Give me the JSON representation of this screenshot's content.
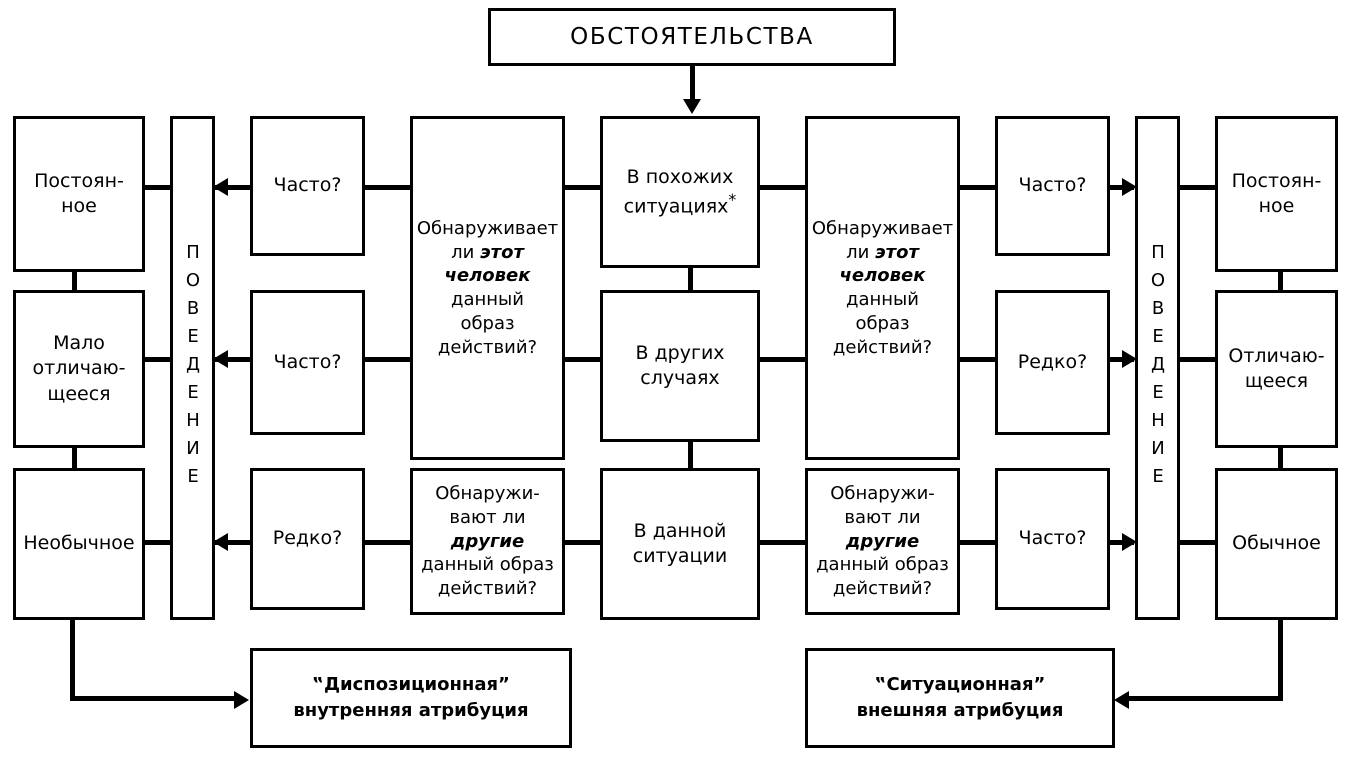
{
  "diagram": {
    "title": "ОБСТОЯТЕЛЬСТВА",
    "label_behavior_left": "ПОВЕДЕНИЕ",
    "label_behavior_right": "ПОВЕДЕНИЕ",
    "left_outcomes": [
      {
        "line1": "Постоян-",
        "line2": "ное"
      },
      {
        "line1": "Мало",
        "line2": "отличаю-",
        "line3": "щееся"
      },
      {
        "line1": "Необычное",
        "line2": "",
        "line3": ""
      }
    ],
    "left_frequencies": [
      "Часто?",
      "Часто?",
      "Редко?"
    ],
    "left_questions": [
      {
        "id": "this-person",
        "l1": "Обнаруживает",
        "l2_pre": "ли ",
        "l2_em": "этот",
        "l3_em": "человек",
        "l4": "данный",
        "l5": "образ",
        "l6": "действий?"
      },
      {
        "id": "others",
        "l1": "Обнаружи-",
        "l2": "вают ли",
        "l3_em": "другие",
        "l4": "данный образ",
        "l5": "действий?"
      }
    ],
    "center_conditions": [
      {
        "line1": "В похожих",
        "line2": "ситуациях",
        "mark": "*"
      },
      {
        "line1": "В других",
        "line2": "случаях",
        "mark": ""
      },
      {
        "line1": "В данной",
        "line2": "ситуации",
        "mark": ""
      }
    ],
    "right_questions": [
      {
        "id": "this-person",
        "l1": "Обнаруживает",
        "l2_pre": "ли ",
        "l2_em": "этот",
        "l3_em": "человек",
        "l4": "данный",
        "l5": "образ",
        "l6": "действий?"
      },
      {
        "id": "others",
        "l1": "Обнаружи-",
        "l2": "вают ли",
        "l3_em": "другие",
        "l4": "данный образ",
        "l5": "действий?"
      }
    ],
    "right_frequencies": [
      "Часто?",
      "Редко?",
      "Часто?"
    ],
    "right_outcomes": [
      {
        "line1": "Постоян-",
        "line2": "ное"
      },
      {
        "line1": "Отличаю-",
        "line2": "щееся"
      },
      {
        "line1": "Обычное",
        "line2": ""
      }
    ],
    "conclusions": {
      "left": {
        "line1": "‟Диспозиционная”",
        "line2": "внутренняя атрибуция"
      },
      "right": {
        "line1": "‟Ситуационная”",
        "line2": "внешняя атрибуция"
      }
    },
    "colors": {
      "ink": "#000000",
      "paper": "#ffffff"
    }
  }
}
